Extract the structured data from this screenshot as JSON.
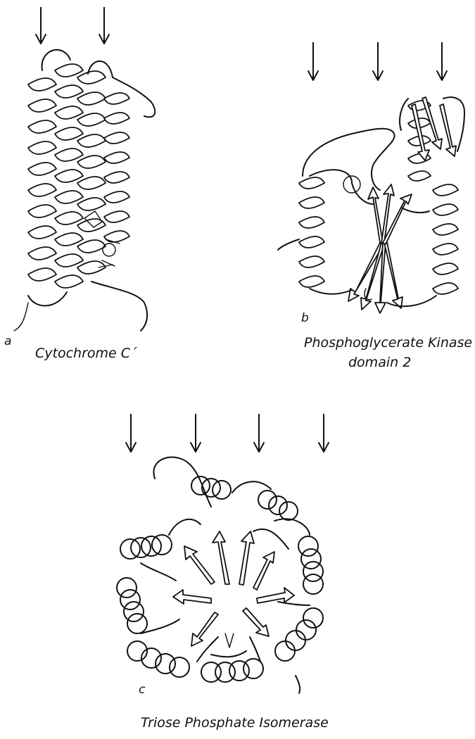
{
  "panels": {
    "a": {
      "letter": "a",
      "caption": "Cytochrome C´"
    },
    "b": {
      "letter": "b",
      "caption_line1": "Phosphoglycerate Kinase",
      "caption_line2": "domain 2"
    },
    "c": {
      "letter": "c",
      "caption": "Triose Phosphate Isomerase"
    }
  },
  "icons": {
    "arrow": "down-arrow-icon",
    "helix": "alpha-helix-icon",
    "strand": "beta-strand-arrow-icon",
    "loop": "coil-loop-icon"
  },
  "colors": {
    "ink": "#111111",
    "paper": "#ffffff"
  }
}
